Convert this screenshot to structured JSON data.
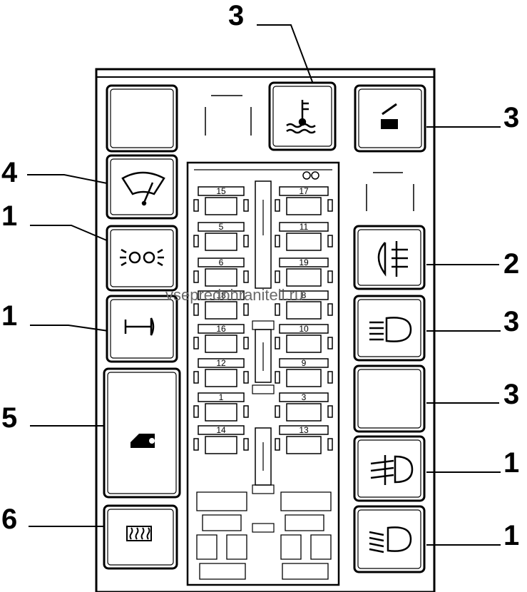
{
  "callouts": {
    "top_center": "3",
    "top_right": "3",
    "wiper": "4",
    "side_lights": "1",
    "horn": "1",
    "door": "5",
    "rear_defrost": "6",
    "rear_fog": "2",
    "high_beam": "3",
    "blank_right": "3",
    "front_fog": "1",
    "low_beam": "1"
  },
  "watermark": "vsepredohraniteli.ru",
  "fuse_numbers": {
    "left": [
      "15",
      "5",
      "6",
      "18",
      "16",
      "12",
      "1",
      "14"
    ],
    "right": [
      "17",
      "11",
      "19",
      "8",
      "10",
      "9",
      "3",
      "13"
    ]
  },
  "relay_icons": {
    "coolant_temp": "coolant-temperature-icon",
    "hood": "hood-open-icon",
    "wiper": "wiper-icon",
    "side_lights": "side-lights-icon",
    "horn": "horn-icon",
    "door": "door-lock-icon",
    "rear_defrost": "rear-window-heater-icon",
    "rear_fog": "rear-fog-light-icon",
    "high_beam": "high-beam-icon",
    "front_fog": "front-fog-light-icon",
    "low_beam": "low-beam-icon"
  }
}
